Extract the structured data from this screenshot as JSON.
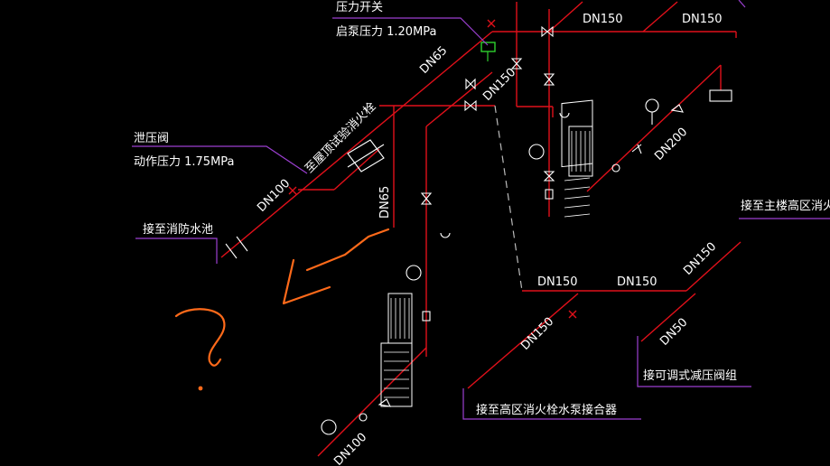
{
  "labels": {
    "pressure_switch_title": "压力开关",
    "pump_start_pressure": "启泵压力 1.20MPa",
    "relief_valve_title": "泄压阀",
    "relief_action_pressure": "动作压力 1.75MPa",
    "to_fire_pool": "接至消防水池",
    "to_main_high_zone": "接至主楼高区消火栓",
    "to_adjustable_prv": "接可调式减压阀组",
    "to_high_zone_adapter": "接至高区消火栓水泵接合器",
    "test_valve_label": "至屋顶试验消火栓"
  },
  "pipe_sizes": {
    "dn65_top": "DN65",
    "dn150_top_a": "DN150",
    "dn150_top_b": "DN150",
    "dn150_diag": "DN150",
    "dn100": "DN100",
    "dn200": "DN200",
    "dn65_vertical": "DN65",
    "dn150_mid_a": "DN150",
    "dn150_mid_b": "DN150",
    "dn150_right": "DN150",
    "dn150_lower": "DN150",
    "dn50": "DN50",
    "dn_bottom": "DN100"
  },
  "colors": {
    "background": "#000000",
    "pipe": "#e0101a",
    "annotation_line": "#9b3fd0",
    "markup": "#ff6a1a",
    "symbol": "#ffffff",
    "switch": "#2ed12e"
  }
}
